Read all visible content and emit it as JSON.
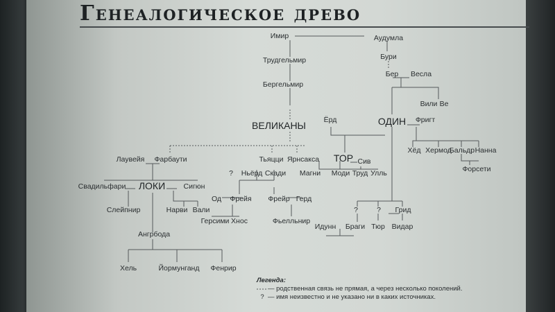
{
  "title": "Генеалогическое древо",
  "names": {
    "imir": "Имир",
    "audumla": "Аудумла",
    "trudgelmir": "Трудгельмир",
    "burn": "Бури",
    "bergelmir": "Бергельмир",
    "ber": "Бер",
    "besla": "Весла",
    "vili": "Вили",
    "ve": "Ве",
    "veliakany": "ВЕЛИКАНЫ",
    "jord": "Ёрд",
    "odin": "ОДИН",
    "frigg": "Фригт",
    "laufeia": "Лаувейя",
    "farbauti": "Фарбаути",
    "tiatsi": "Тьяцци",
    "iarnsaksa": "Ярнсакса",
    "tor": "ТОР",
    "siv": "Сив",
    "hed": "Хёд",
    "hermod": "Хермод",
    "baldr": "Бальдр",
    "nanna": "Нанна",
    "q1": "?",
    "niord": "Ньёрд",
    "skadi": "Скади",
    "magni": "Магни",
    "modi": "Моди",
    "trud": "Труд",
    "ull": "Улль",
    "forseti": "Форсети",
    "svadilfari": "Свадильфари",
    "loki": "ЛОКИ",
    "sigun": "Сигюн",
    "od": "Од",
    "freia": "Фрейя",
    "freir": "Фрейр",
    "gerd": "Герд",
    "q2": "?",
    "q3": "?",
    "grid": "Грид",
    "sleipnir": "Слейпнир",
    "narvi": "Нарви",
    "vali": "Вали",
    "gersimi": "Герсими",
    "hnos": "Хнос",
    "fielnir": "Фьелльнир",
    "iduni": "Идунн",
    "bragi": "Браги",
    "tiur": "Тюр",
    "vidar": "Видар",
    "angrboda": "Ангрбода",
    "hel": "Хель",
    "iormungand": "Йормунганд",
    "fenrir": "Фенрир"
  },
  "legend": {
    "title": "Легенда:",
    "dotted": "— родственная связь не прямая, а через несколько поколений.",
    "question_key": "?",
    "question": "— имя неизвестно и не указано ни в каких источниках."
  }
}
